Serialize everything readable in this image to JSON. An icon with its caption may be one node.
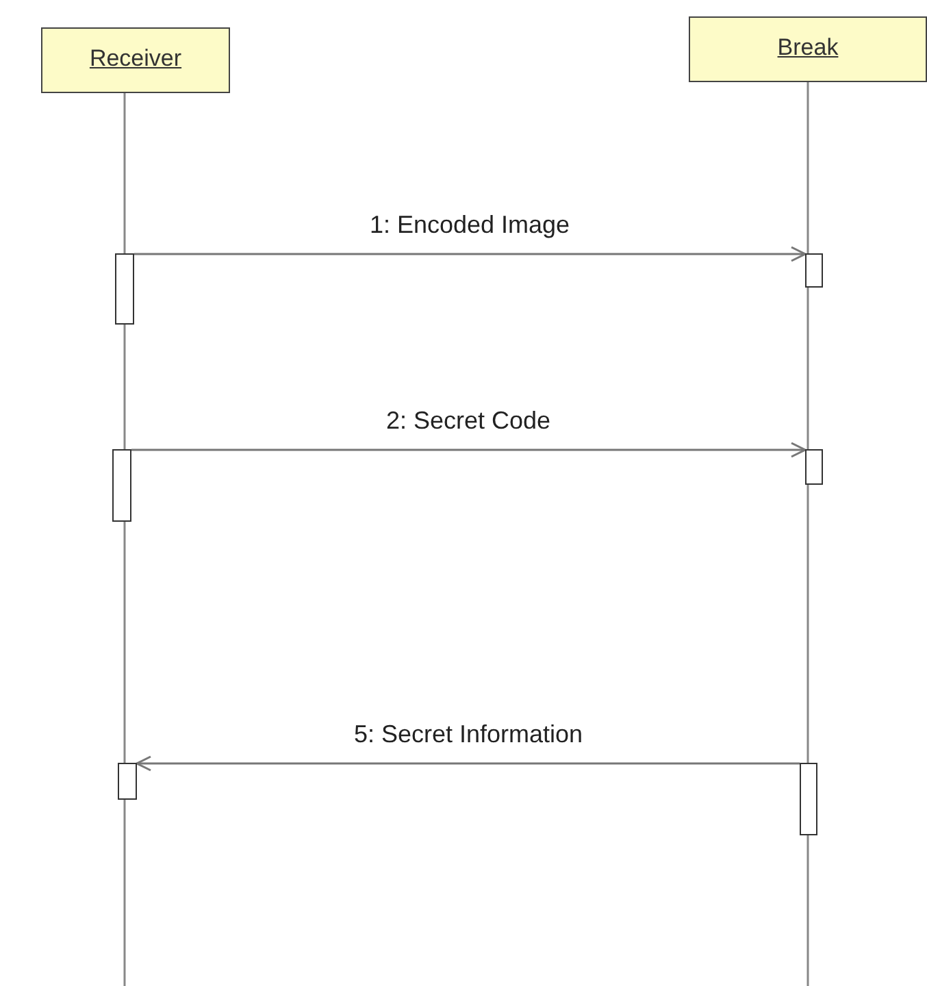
{
  "diagram": {
    "nodes": [
      {
        "text": [
          "Receiver"
        ]
      },
      {
        "text": [
          "Break"
        ]
      },
      {
        "text": [],
        "shape": "bar"
      },
      {
        "text": [],
        "shape": "bar"
      },
      {
        "text": [],
        "shape": "bar"
      },
      {
        "text": [],
        "shape": "bar"
      },
      {
        "text": [],
        "shape": "bar"
      },
      {
        "text": [],
        "shape": "bar"
      }
    ],
    "edges": [
      {
        "from": 2,
        "to": 3,
        "arrow": "to",
        "label": "1: Encoded Image"
      },
      {
        "from": 4,
        "to": 5,
        "arrow": "to",
        "label": "2: Secret Code"
      },
      {
        "from": 7,
        "to": 6,
        "arrow": "to",
        "label": "5: Secret Information"
      }
    ]
  }
}
